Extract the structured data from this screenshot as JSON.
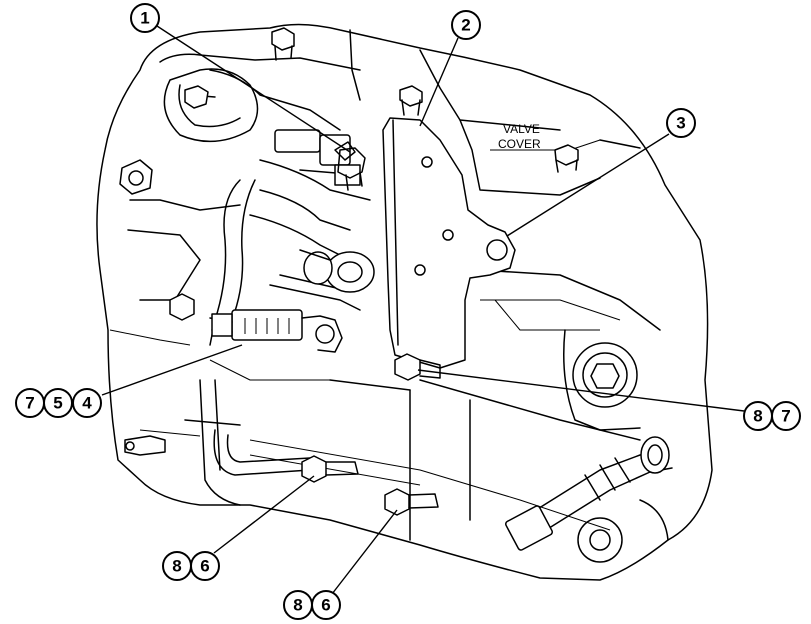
{
  "diagram": {
    "annotation_lines": [
      "VALVE",
      "COVER"
    ],
    "callouts": [
      {
        "id": "c1",
        "label": "1"
      },
      {
        "id": "c2",
        "label": "2"
      },
      {
        "id": "c3",
        "label": "3"
      },
      {
        "id": "c7a",
        "label": "7"
      },
      {
        "id": "c5",
        "label": "5"
      },
      {
        "id": "c4",
        "label": "4"
      },
      {
        "id": "c8a",
        "label": "8"
      },
      {
        "id": "c7b",
        "label": "7"
      },
      {
        "id": "c8b",
        "label": "8"
      },
      {
        "id": "c6a",
        "label": "6"
      },
      {
        "id": "c8c",
        "label": "8"
      },
      {
        "id": "c6b",
        "label": "6"
      }
    ]
  }
}
